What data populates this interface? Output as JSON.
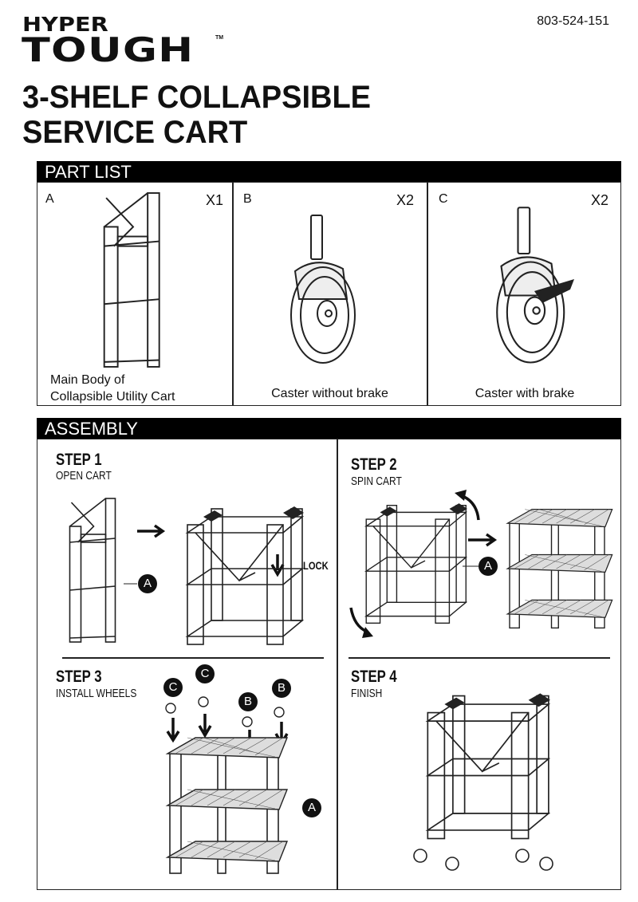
{
  "brand": {
    "line1": "HYPER",
    "line2": "TOUGH",
    "tm": "TM"
  },
  "doc_number": "803-524-151",
  "title": {
    "line1": "3-SHELF COLLAPSIBLE",
    "line2": "SERVICE CART"
  },
  "part_list": {
    "header": "PART LIST",
    "parts": [
      {
        "letter": "A",
        "qty": "X1",
        "caption_line1": "Main Body of",
        "caption_line2": "Collapsible Utility Cart"
      },
      {
        "letter": "B",
        "qty": "X2",
        "caption_line1": "Caster without brake"
      },
      {
        "letter": "C",
        "qty": "X2",
        "caption_line1": "Caster with brake"
      }
    ]
  },
  "assembly": {
    "header": "ASSEMBLY",
    "steps": [
      {
        "title": "STEP 1",
        "subtitle": "OPEN CART",
        "callouts": [
          "A"
        ],
        "note": "LOCK"
      },
      {
        "title": "STEP 2",
        "subtitle": "SPIN CART",
        "callouts": [
          "A"
        ]
      },
      {
        "title": "STEP 3",
        "subtitle": "INSTALL WHEELS",
        "callouts": [
          "C",
          "C",
          "B",
          "B",
          "A"
        ]
      },
      {
        "title": "STEP 4",
        "subtitle": "FINISH"
      }
    ]
  }
}
